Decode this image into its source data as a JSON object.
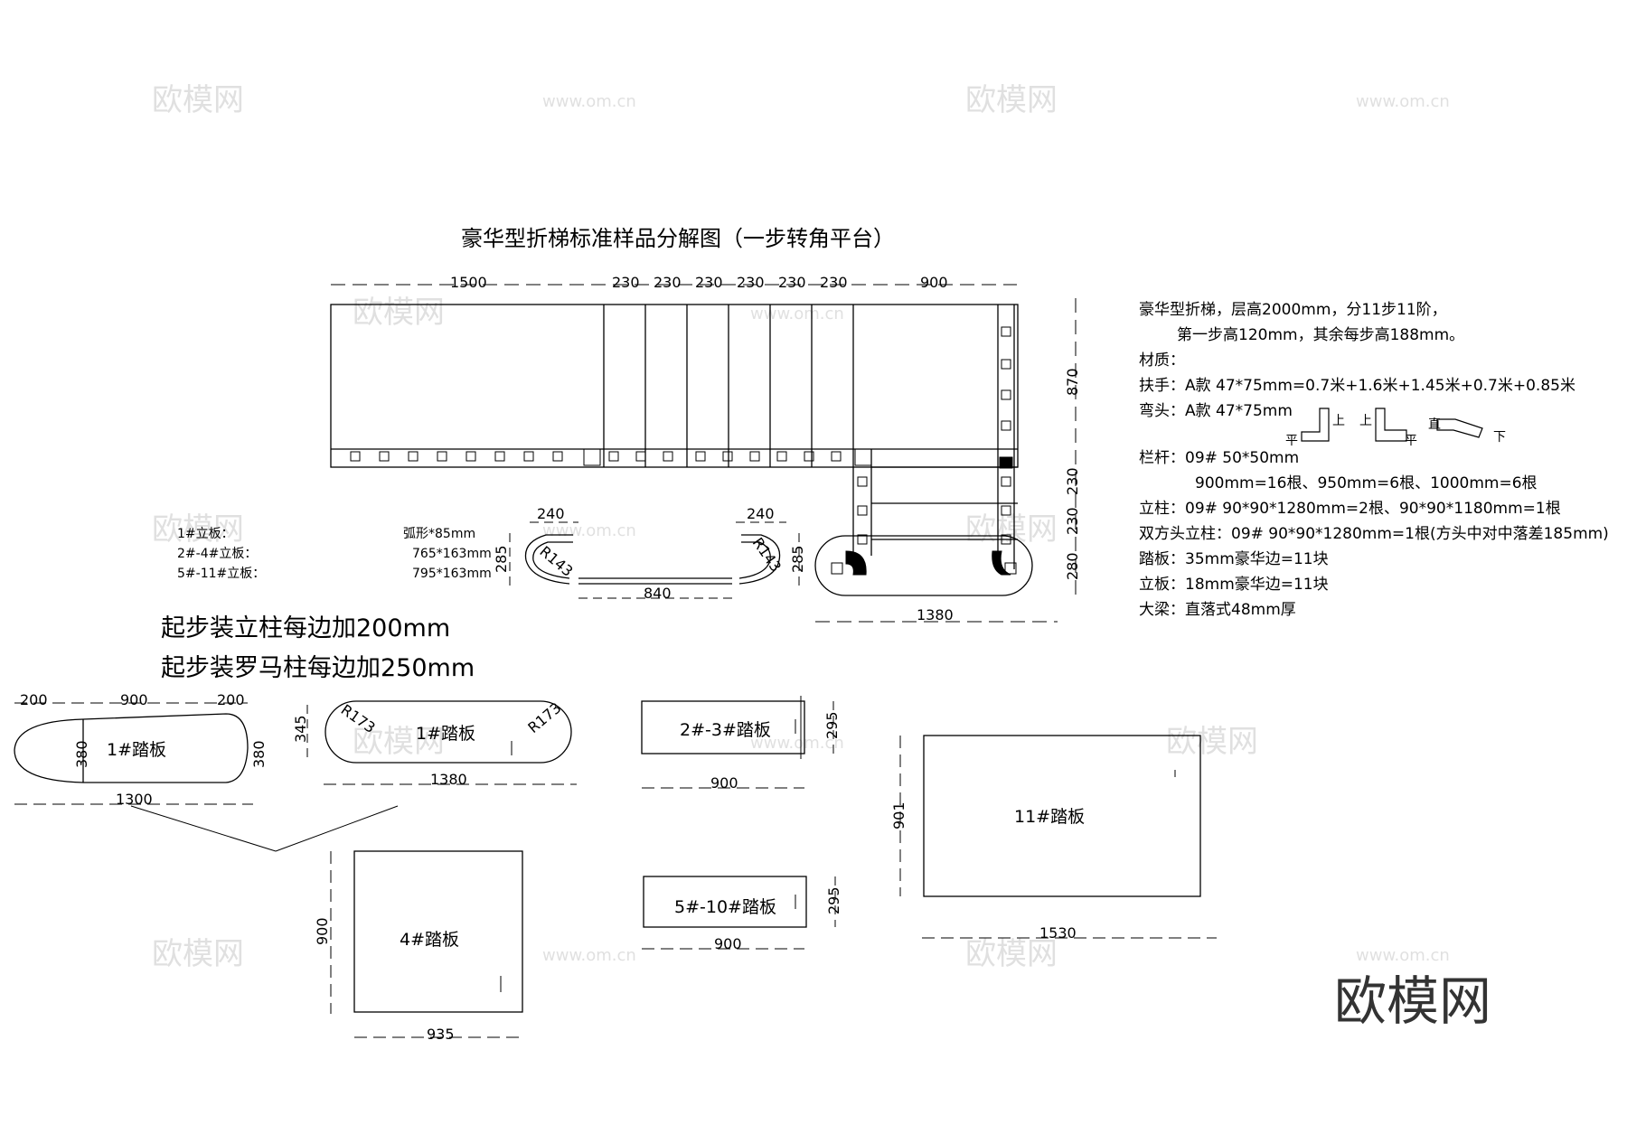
{
  "title": "豪华型折梯标准样品分解图（一步转角平台）",
  "plan": {
    "top_dims": [
      "1500",
      "230",
      "230",
      "230",
      "230",
      "230",
      "230",
      "900"
    ],
    "right_dims": [
      "870",
      "230",
      "230",
      "280"
    ],
    "bottom_dim": "1380"
  },
  "riser_specs": [
    {
      "name": "1#立板：",
      "value": "弧形*85mm"
    },
    {
      "name": "2#-4#立板：",
      "value": "765*163mm"
    },
    {
      "name": "5#-11#立板：",
      "value": "795*163mm"
    }
  ],
  "riser_profile": {
    "left_width": "240",
    "left_radius": "R143",
    "left_height": "285",
    "right_width": "240",
    "right_radius": "R143",
    "right_height": "285",
    "middle": "840"
  },
  "start_notes": [
    "起步装立柱每边加200mm",
    "起步装罗马柱每边加250mm"
  ],
  "treads": {
    "t1a": {
      "label": "1#踏板",
      "dims_top": [
        "200",
        "900",
        "200"
      ],
      "height_l": "380",
      "height_r": "380",
      "width": "1300"
    },
    "t1b": {
      "label": "1#踏板",
      "r_left": "R173",
      "r_right": "R173",
      "height": "345",
      "width": "1380"
    },
    "t2": {
      "label": "2#-3#踏板",
      "height": "295",
      "width": "900"
    },
    "t4": {
      "label": "4#踏板",
      "height": "900",
      "width": "935"
    },
    "t5": {
      "label": "5#-10#踏板",
      "height": "295",
      "width": "900"
    },
    "t11": {
      "label": "11#踏板",
      "height": "901",
      "width": "1530"
    }
  },
  "specs": [
    "豪华型折梯，层高2000mm，分11步11阶，",
    "第一步高120mm，其余每步高188mm。",
    "材质：",
    "扶手：A款 47*75mm=0.7米+1.6米+1.45米+0.7米+0.85米",
    "弯头：A款 47*75mm",
    "栏杆：09#   50*50mm",
    "900mm=16根、950mm=6根、1000mm=6根",
    "立柱：09#   90*90*1280mm=2根、90*90*1180mm=1根",
    "双方头立柱：09#   90*90*1280mm=1根(方头中对中落差185mm)",
    "踏板：35mm豪华边=11块",
    "立板：18mm豪华边=11块",
    "大梁：直落式48mm厚"
  ],
  "elbow_labels": [
    "平",
    "上",
    "上",
    "平",
    "直",
    "下"
  ],
  "watermarks": [
    "欧模网",
    "www.om.cn"
  ],
  "brand": "欧模网"
}
